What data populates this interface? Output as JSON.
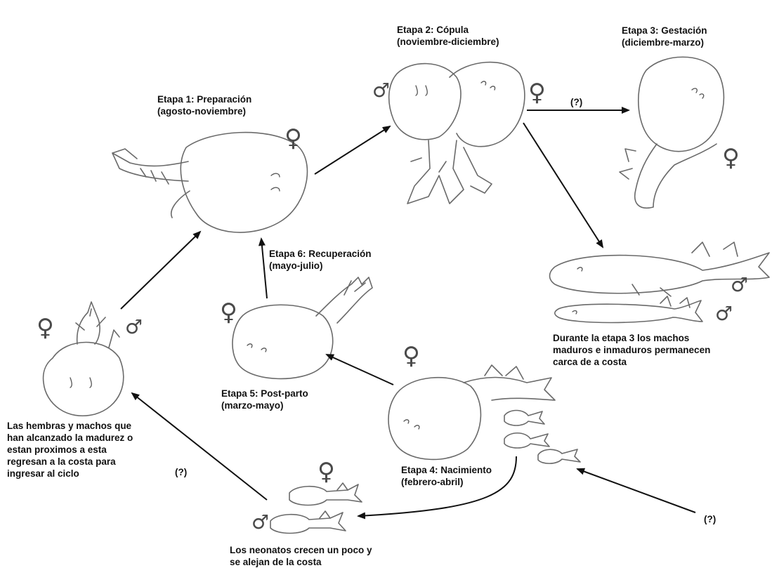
{
  "stages": {
    "s1": {
      "title": "Etapa 1: Preparación",
      "period": "(agosto-noviembre)"
    },
    "s2": {
      "title": "Etapa 2: Cópula",
      "period": "(noviembre-diciembre)"
    },
    "s3": {
      "title": "Etapa 3: Gestación",
      "period": "(diciembre-marzo)"
    },
    "s4": {
      "title": "Etapa 4: Nacimiento",
      "period": "(febrero-abril)"
    },
    "s5": {
      "title": "Etapa 5: Post-parto",
      "period": "(marzo-mayo)"
    },
    "s6": {
      "title": "Etapa 6: Recuperación",
      "period": "(mayo-julio)"
    }
  },
  "notes": {
    "males": [
      "Durante la etapa 3 los machos",
      "maduros e inmaduros permanecen",
      "carca de a costa"
    ],
    "adults": [
      "Las hembras y machos que",
      "han alcanzado la madurez o",
      "estan proximos a esta",
      "regresan a la costa para",
      "ingresar al ciclo"
    ],
    "neonates": [
      "Los neonatos crecen un poco y",
      "se alejan de la costa"
    ]
  },
  "unknown_marker": "(?)",
  "symbols": {
    "female": "♀",
    "male": "♂"
  }
}
